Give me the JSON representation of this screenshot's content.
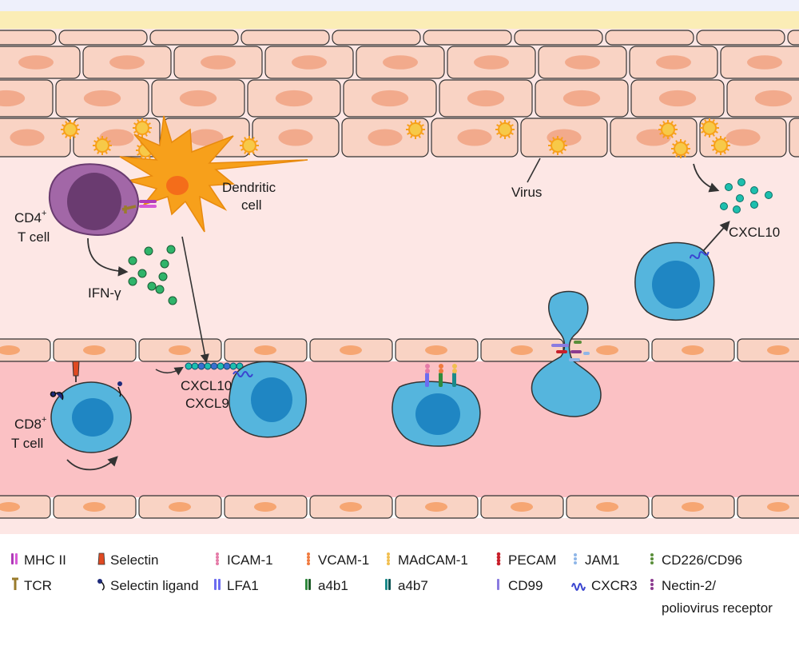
{
  "labels": {
    "dendritic": [
      "Dendritic",
      "cell"
    ],
    "cd4": [
      "CD4",
      "+",
      "T cell"
    ],
    "ifn": "IFN-γ",
    "virus": "Virus",
    "cxcl10_top": "CXCL10",
    "cd8": [
      "CD8",
      "+",
      "T cell"
    ],
    "chemokines": [
      "CXCL10",
      "CXCL9"
    ]
  },
  "legend": [
    {
      "key": "mhc2",
      "label": "MHC II"
    },
    {
      "key": "selectin",
      "label": "Selectin"
    },
    {
      "key": "icam1",
      "label": "ICAM-1"
    },
    {
      "key": "vcam1",
      "label": "VCAM-1"
    },
    {
      "key": "madcam1",
      "label": "MAdCAM-1"
    },
    {
      "key": "pecam",
      "label": "PECAM"
    },
    {
      "key": "jam1",
      "label": "JAM1"
    },
    {
      "key": "cd226",
      "label": "CD226/CD96"
    },
    {
      "key": "tcr",
      "label": "TCR"
    },
    {
      "key": "selectin_ligand",
      "label": "Selectin ligand"
    },
    {
      "key": "lfa1",
      "label": "LFA1"
    },
    {
      "key": "a4b1",
      "label": "a4b1"
    },
    {
      "key": "a4b7",
      "label": "a4b7"
    },
    {
      "key": "cd99",
      "label": "CD99"
    },
    {
      "key": "cxcr3",
      "label": "CXCR3"
    },
    {
      "key": "nectin",
      "label": "Nectin-2/"
    },
    {
      "key": "nectin2",
      "label": "poliovirus receptor"
    }
  ],
  "colors": {
    "tissue": "#fde7e5",
    "vessel": "#fbc1c4",
    "epithelium": "#f9d3c4",
    "nucleus_epi": "#f2aa8c",
    "tcell": "#55b5dd",
    "tcell_nucleus": "#1f86c3",
    "dendritic": "#f7a01b",
    "cd4_cell": "#a267a7",
    "cd4_nucleus": "#6a3b70",
    "ifn_dot": "#2fb46a",
    "cxcl_dot": "#1dbfae"
  }
}
